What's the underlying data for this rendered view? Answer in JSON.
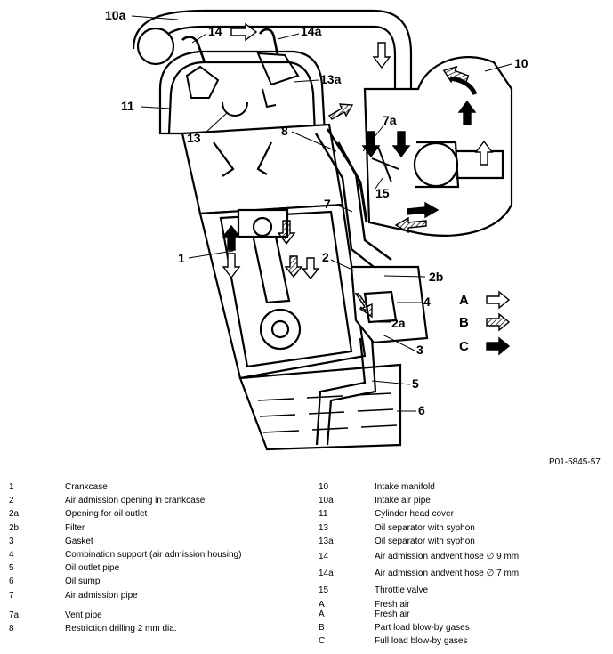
{
  "diagram": {
    "reference": "P01-5845-57",
    "callouts": [
      "10a",
      "14",
      "14a",
      "10",
      "11",
      "13a",
      "7a",
      "8",
      "13",
      "15",
      "7",
      "1",
      "2",
      "2b",
      "4",
      "2a",
      "3",
      "5",
      "6"
    ],
    "flow_keys": [
      {
        "letter": "A",
        "style": "outline"
      },
      {
        "letter": "B",
        "style": "hatched"
      },
      {
        "letter": "C",
        "style": "solid"
      }
    ]
  },
  "legend": {
    "left": [
      {
        "num": "1",
        "text": "Crankcase"
      },
      {
        "num": "2",
        "text": "Air admission opening in crankcase"
      },
      {
        "num": "2a",
        "text": "Opening for oil outlet"
      },
      {
        "num": "2b",
        "text": "Filter"
      },
      {
        "num": "3",
        "text": "Gasket"
      },
      {
        "num": "4",
        "text": "Combination support (air admission housing)"
      },
      {
        "num": "5",
        "text": "Oil outlet pipe"
      },
      {
        "num": "6",
        "text": "Oil sump"
      },
      {
        "num": "7",
        "text": "Air admission pipe"
      },
      {
        "num": "7a",
        "text": "Vent pipe"
      },
      {
        "num": "8",
        "text": "Restriction drilling 2 mm dia."
      }
    ],
    "right": [
      {
        "num": "10",
        "text": "Intake manifold"
      },
      {
        "num": "10a",
        "text": "Intake air pipe"
      },
      {
        "num": "11",
        "text": "Cylinder head cover"
      },
      {
        "num": "13",
        "text": "Oil separator with syphon"
      },
      {
        "num": "13a",
        "text": "Oil separator with syphon"
      },
      {
        "num": "14",
        "text": "Air admission andvent hose ∅ 9 mm"
      },
      {
        "num": "14a",
        "text": "Air admission andvent hose ∅ 7 mm"
      },
      {
        "num": "15",
        "text": "Throttle valve"
      },
      {
        "num": "A",
        "text": "Fresh air"
      },
      {
        "num": "A",
        "text": "Fresh air"
      },
      {
        "num": "B",
        "text": "Part load blow-by gases"
      },
      {
        "num": "C",
        "text": "Full load blow-by gases"
      }
    ]
  }
}
